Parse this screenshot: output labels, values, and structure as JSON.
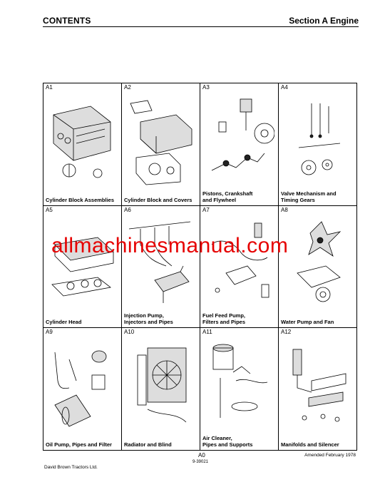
{
  "header": {
    "left": "CONTENTS",
    "right": "Section A Engine"
  },
  "sections": [
    {
      "code": "A1",
      "title": "Cylinder Block Assemblies"
    },
    {
      "code": "A2",
      "title": "Cylinder Block and Covers"
    },
    {
      "code": "A3",
      "title": "Pistons, Crankshaft\nand Flywheel"
    },
    {
      "code": "A4",
      "title": "Valve Mechanism and\nTiming Gears"
    },
    {
      "code": "A5",
      "title": "Cylinder Head"
    },
    {
      "code": "A6",
      "title": "Injection Pump,\nInjectors and Pipes"
    },
    {
      "code": "A7",
      "title": "Fuel Feed Pump,\nFilters and Pipes"
    },
    {
      "code": "A8",
      "title": "Water Pump and Fan"
    },
    {
      "code": "A9",
      "title": "Oil Pump, Pipes and Filter"
    },
    {
      "code": "A10",
      "title": "Radiator and Blind"
    },
    {
      "code": "A11",
      "title": "Air Cleaner,\nPipes and Supports"
    },
    {
      "code": "A12",
      "title": "Manifolds and Silencer"
    }
  ],
  "watermark": "allmachinesmanual.com",
  "footer": {
    "page_code": "A0",
    "amended": "Amended February 1978",
    "ref": "9-39021",
    "company": "David Brown Tractors Ltd."
  }
}
